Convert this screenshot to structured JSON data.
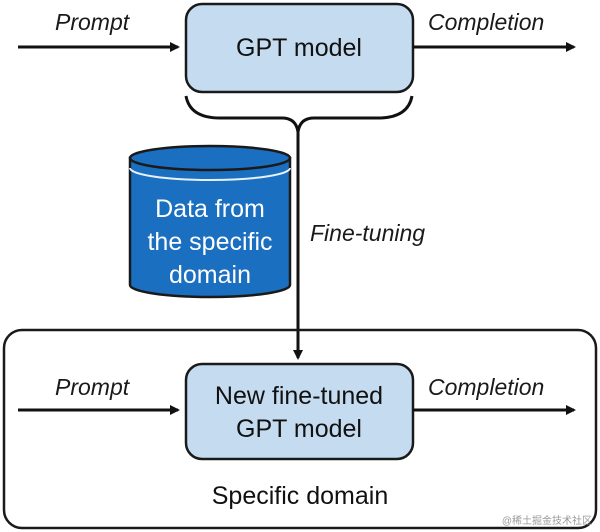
{
  "colors": {
    "box_fill": "#c5dcf0",
    "box_stroke": "#1a1a1a",
    "cylinder_fill": "#1b6fc0",
    "cylinder_text": "#ffffff",
    "arrow": "#111111"
  },
  "top": {
    "input_label": "Prompt",
    "model_label": "GPT model",
    "output_label": "Completion"
  },
  "data_source": {
    "lines": [
      "Data from",
      "the specific",
      "domain"
    ]
  },
  "process_label": "Fine-tuning",
  "bottom": {
    "input_label": "Prompt",
    "model_lines": [
      "New fine-tuned",
      "GPT model"
    ],
    "output_label": "Completion",
    "container_label": "Specific domain"
  },
  "watermark": "@稀土掘金技术社区"
}
